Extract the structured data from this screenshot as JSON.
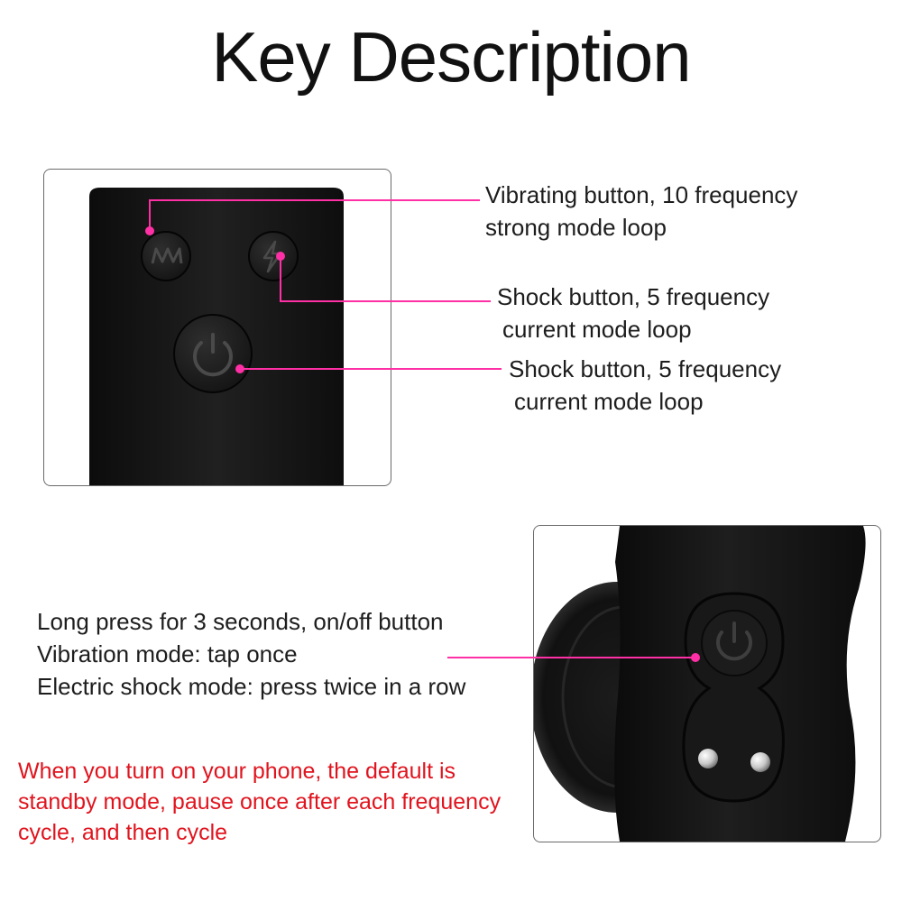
{
  "title": "Key Description",
  "top_callouts": [
    {
      "line1": "Vibrating button, 10 frequency",
      "line2": "strong mode loop"
    },
    {
      "line1": "Shock button, 5 frequency",
      "line2": "current mode loop"
    },
    {
      "line1": "Shock button, 5 frequency",
      "line2": "current mode loop"
    }
  ],
  "power_description": {
    "line1": "Long press for 3 seconds, on/off button",
    "line2": "Vibration mode: tap once",
    "line3": "Electric shock mode: press twice in a row"
  },
  "note": {
    "line1": "When you turn on your phone, the default is",
    "line2": "standby mode, pause once after each frequency",
    "line3": "cycle, and then cycle"
  },
  "colors": {
    "accent": "#ff2fa5",
    "note_text": "#e0141e",
    "device": "#141414"
  },
  "icons": [
    "vibration-zigzag-icon",
    "lightning-bolt-icon",
    "power-icon"
  ]
}
